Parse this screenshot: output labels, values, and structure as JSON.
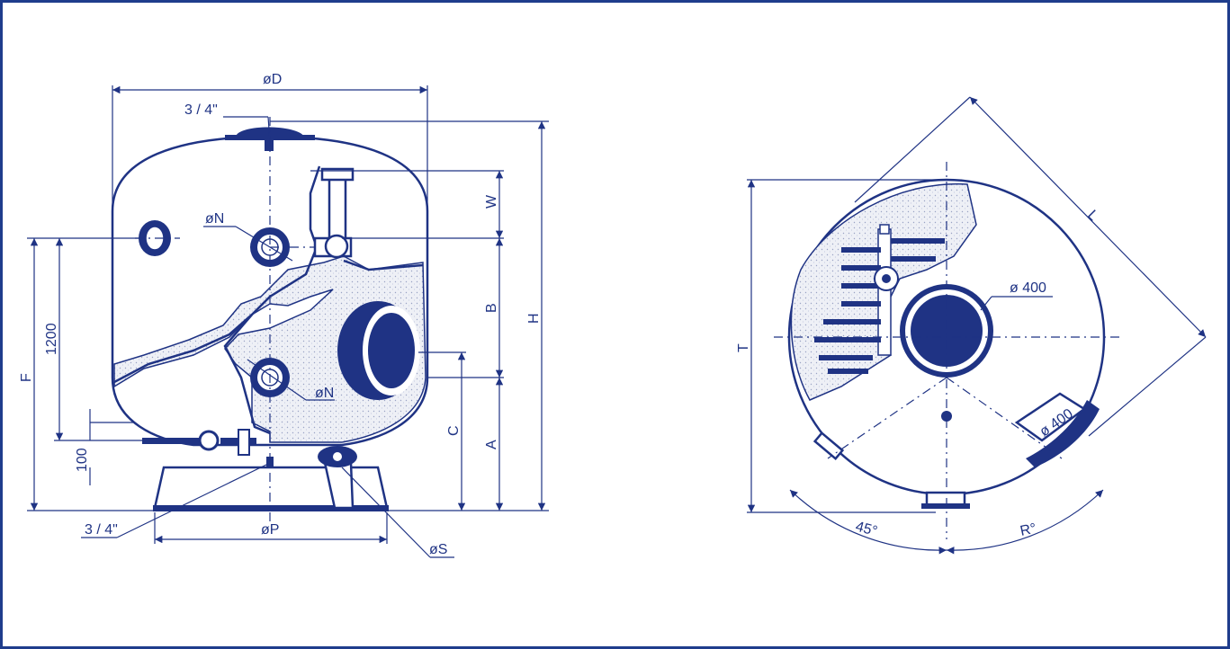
{
  "side_view": {
    "dims": {
      "diameter": "øD",
      "base_diameter": "øP",
      "height": "H",
      "top": "W",
      "middle": "B",
      "lower": "A",
      "inlet_height": "C",
      "outlet_height": "F",
      "sight_height": "1200",
      "drain_height": "100"
    },
    "labels": {
      "top_valve": "3 / 4\"",
      "bottom_drain": "3 / 4\"",
      "port_upper": "øN",
      "port_lower": "øN",
      "side_outlet": "øS"
    }
  },
  "top_view": {
    "dims": {
      "depth": "T",
      "diagonal": "L",
      "manhole_top": "ø 400",
      "manhole_side": "ø 400",
      "angle": "45°",
      "radius": "R°"
    }
  },
  "colors": {
    "line": "#1f3384",
    "frame": "#1f3d8c",
    "sand": "#e6e9f1"
  }
}
